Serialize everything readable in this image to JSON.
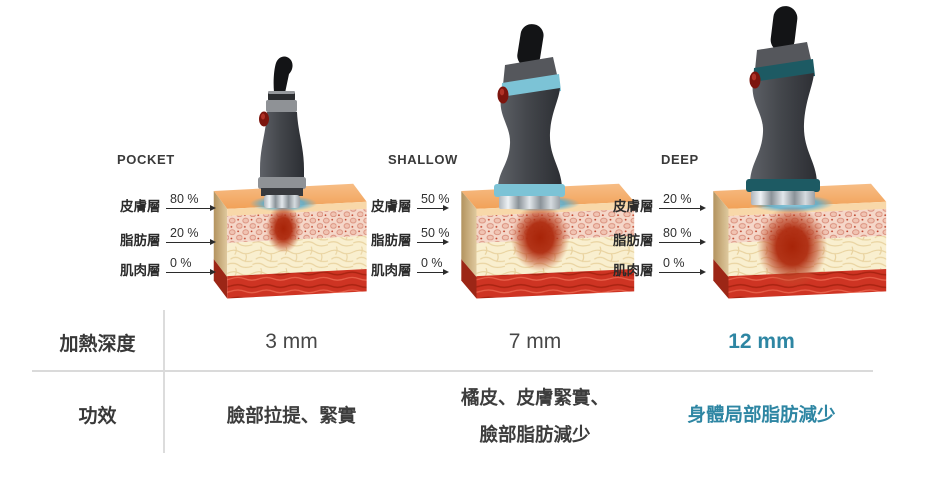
{
  "panels": [
    {
      "name": "POCKET",
      "accent": "#8f9296",
      "layers": [
        {
          "label": "皮膚層",
          "percent": "80 %"
        },
        {
          "label": "脂肪層",
          "percent": "20 %"
        },
        {
          "label": "肌肉層",
          "percent": "0 %"
        }
      ]
    },
    {
      "name": "SHALLOW",
      "accent": "#7cc3d6",
      "layers": [
        {
          "label": "皮膚層",
          "percent": "50 %"
        },
        {
          "label": "脂肪層",
          "percent": "50 %"
        },
        {
          "label": "肌肉層",
          "percent": "0 %"
        }
      ]
    },
    {
      "name": "DEEP",
      "accent": "#1d5a63",
      "layers": [
        {
          "label": "皮膚層",
          "percent": "20 %"
        },
        {
          "label": "脂肪層",
          "percent": "80 %"
        },
        {
          "label": "肌肉層",
          "percent": "0 %"
        }
      ]
    }
  ],
  "table": {
    "highlight_color": "#2e86a3",
    "rows": [
      {
        "header": "加熱深度",
        "cells": [
          {
            "lines": [
              "3 mm"
            ]
          },
          {
            "lines": [
              "7 mm"
            ]
          },
          {
            "lines": [
              "12 mm"
            ],
            "highlight": true
          }
        ]
      },
      {
        "header": "功效",
        "cells": [
          {
            "lines": [
              "臉部拉提、緊實"
            ]
          },
          {
            "lines": [
              "橘皮、皮膚緊實、",
              "臉部脂肪減少"
            ]
          },
          {
            "lines": [
              "身體局部脂肪減少"
            ],
            "highlight": true
          }
        ]
      }
    ]
  },
  "illustration_colors": {
    "heat_core": "#a82408",
    "contact_glow": "#4fadd6",
    "skin_top": "#f1a158",
    "dermis": "#f5d7c9",
    "fat": "#f9efcf",
    "muscle": "#ce3423"
  }
}
